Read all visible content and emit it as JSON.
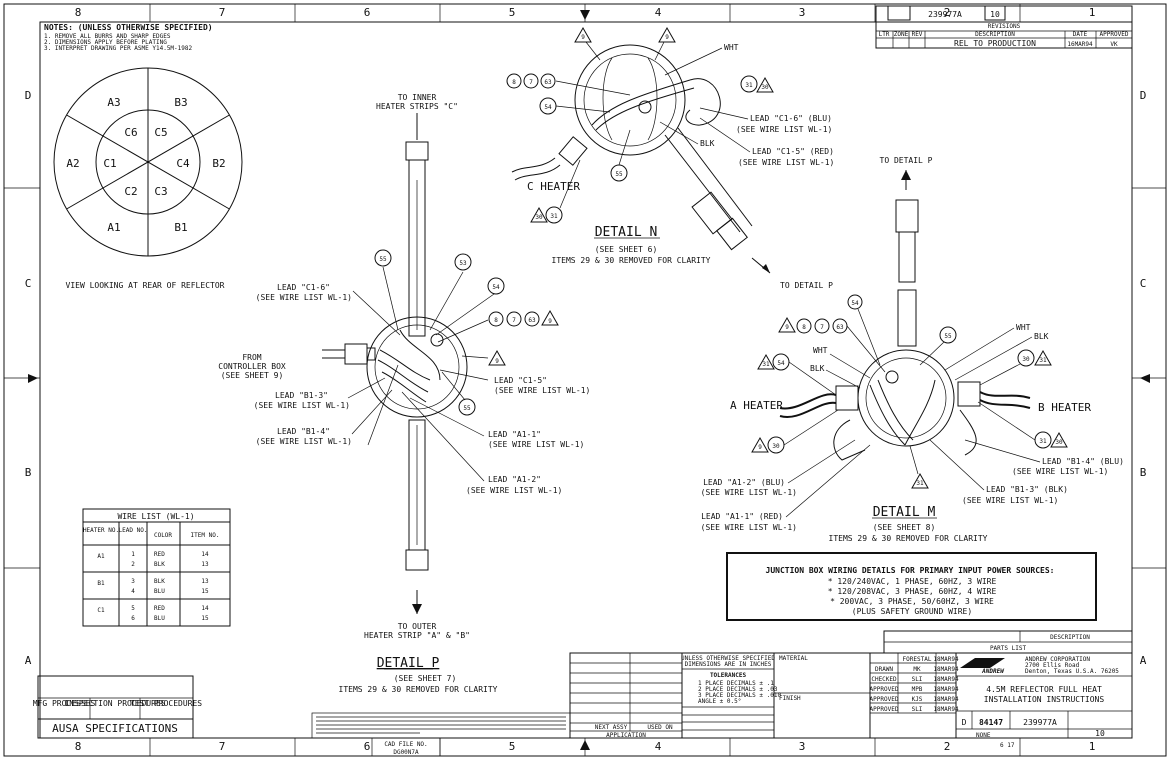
{
  "border": {
    "cols_top": [
      "8",
      "7",
      "6",
      "5",
      "4",
      "3",
      "2",
      "1"
    ],
    "cols_bottom": [
      "8",
      "7",
      "6",
      "5",
      "4",
      "3",
      "2",
      "1"
    ],
    "rows_left": [
      "D",
      "C",
      "B",
      "A"
    ],
    "rows_right": [
      "D",
      "C",
      "B",
      "A"
    ]
  },
  "notes": {
    "heading": "NOTES: (UNLESS OTHERWISE SPECIFIED)",
    "lines": [
      "1. REMOVE ALL BURRS AND SHARP EDGES",
      "2. DIMENSIONS APPLY BEFORE PLATING",
      "3. INTERPRET DRAWING PER ASME Y14.5M-1982"
    ]
  },
  "reflector_view": {
    "caption": "VIEW LOOKING AT REAR OF REFLECTOR",
    "outer": [
      "A3",
      "B3",
      "B2",
      "B1",
      "A1",
      "A2"
    ],
    "inner": [
      "C6",
      "C5",
      "C4",
      "C3",
      "C2",
      "C1"
    ]
  },
  "detail_p": {
    "title": "DETAIL P",
    "sub1": "(SEE SHEET 7)",
    "sub2": "ITEMS 29 & 30 REMOVED FOR CLARITY",
    "top_label": [
      "TO INNER",
      "HEATER STRIPS \"C\""
    ],
    "bottom_label": [
      "TO OUTER",
      "HEATER STRIP \"A\" & \"B\""
    ],
    "from_box": [
      "FROM",
      "CONTROLLER BOX",
      "(SEE SHEET 9)"
    ],
    "leads_left": [
      [
        "LEAD \"C1-6\"",
        "(SEE WIRE LIST WL-1)"
      ],
      [
        "LEAD \"B1-3\"",
        "(SEE WIRE LIST WL-1)"
      ],
      [
        "LEAD \"B1-4\"",
        "(SEE WIRE LIST WL-1)"
      ]
    ],
    "leads_right": [
      [
        "LEAD \"C1-5\"",
        "(SEE WIRE LIST WL-1)"
      ],
      [
        "LEAD \"A1-1\"",
        "(SEE WIRE LIST WL-1)"
      ],
      [
        "LEAD \"A1-2\"",
        "(SEE WIRE LIST WL-1)"
      ]
    ],
    "bubbles": [
      "55",
      "53",
      "54",
      "8",
      "7",
      "63",
      "9",
      "55",
      "9"
    ]
  },
  "detail_n": {
    "title": "DETAIL N",
    "sub1": "(SEE SHEET 6)",
    "sub2": "ITEMS 29 & 30 REMOVED FOR CLARITY",
    "heater": "C  HEATER",
    "wht": "WHT",
    "blk": "BLK",
    "leads": [
      [
        "LEAD \"C1-6\" (BLU)",
        "(SEE WIRE LIST WL-1)"
      ],
      [
        "LEAD \"C1-5\" (RED)",
        "(SEE WIRE LIST WL-1)"
      ]
    ],
    "to_detail_p": "TO DETAIL P",
    "bubbles": [
      "8",
      "7",
      "63",
      "54",
      "31",
      "30",
      "55",
      "31",
      "30",
      "9",
      "9"
    ]
  },
  "detail_m": {
    "title": "DETAIL M",
    "sub1": "(SEE SHEET 8)",
    "sub2": "ITEMS 29 & 30 REMOVED FOR CLARITY",
    "heater_a": "A  HEATER",
    "heater_b": "B  HEATER",
    "to_detail_p": "TO DETAIL P",
    "wht": "WHT",
    "blk": "BLK",
    "leads_left": [
      [
        "LEAD \"A1-2\" (BLU)",
        "(SEE WIRE LIST WL-1)"
      ],
      [
        "LEAD \"A1-1\" (RED)",
        "(SEE WIRE LIST WL-1)"
      ]
    ],
    "leads_right": [
      [
        "LEAD \"B1-4\" (BLU)",
        "(SEE WIRE LIST WL-1)"
      ],
      [
        "LEAD \"B1-3\" (BLK)",
        "(SEE WIRE LIST WL-1)"
      ]
    ],
    "bubbles": [
      "54",
      "9",
      "8",
      "7",
      "63",
      "55",
      "54",
      "31",
      "30",
      "31",
      "30",
      "9",
      "31",
      "30"
    ]
  },
  "wire_list": {
    "title": "WIRE LIST (WL-1)",
    "headers": [
      "HEATER NO.",
      "LEAD NO.",
      "COLOR",
      "ITEM NO."
    ],
    "rows": [
      {
        "heater": "A1",
        "leads": [
          "1",
          "2"
        ],
        "colors": [
          "RED",
          "BLK"
        ],
        "items": [
          "14",
          "13"
        ]
      },
      {
        "heater": "B1",
        "leads": [
          "3",
          "4"
        ],
        "colors": [
          "BLK",
          "BLU"
        ],
        "items": [
          "13",
          "15"
        ]
      },
      {
        "heater": "C1",
        "leads": [
          "5",
          "6"
        ],
        "colors": [
          "RED",
          "BLU"
        ],
        "items": [
          "14",
          "15"
        ]
      }
    ]
  },
  "junction_box": {
    "title": "JUNCTION BOX WIRING DETAILS FOR PRIMARY INPUT POWER SOURCES:",
    "lines": [
      "* 120/240VAC, 1 PHASE, 60HZ, 3 WIRE",
      "* 120/208VAC, 3 PHASE, 60HZ, 4 WIRE",
      "* 200VAC, 3 PHASE, 50/60HZ, 3 WIRE",
      "(PLUS SAFETY GROUND WIRE)"
    ]
  },
  "revisions": {
    "doc_no": "239977A",
    "sheet": "10",
    "heading": "REVISIONS",
    "cols": [
      "LTR",
      "ZONE",
      "REV",
      "DESCRIPTION",
      "DATE",
      "APPROVED"
    ],
    "row": {
      "desc": "REL TO PRODUCTION",
      "date": "16MAR94",
      "approved": "VK"
    }
  },
  "title_block": {
    "company": "ANDREW",
    "company_small": [
      "ANDREW CORPORATION",
      "2700 Ellis Road",
      "Denton, Texas U.S.A. 76205"
    ],
    "title": [
      "4.5M REFLECTOR FULL HEAT",
      "INSTALLATION INSTRUCTIONS"
    ],
    "size": "D",
    "code": "84147",
    "dwg": "239977A",
    "rev": "10",
    "scale": "NONE",
    "sheet_of": "6  17",
    "parts_list": "PARTS LIST",
    "desc_col": "DESCRIPTION",
    "signoffs": [
      {
        "role": "DRAWN",
        "name": "MK",
        "date": "18MAR94"
      },
      {
        "role": "CHECKED",
        "name": "SLI",
        "date": "18MAR94"
      },
      {
        "role": "APPROVED",
        "name": "MPB",
        "date": "18MAR94"
      },
      {
        "role": "APPROVED",
        "name": "KJS",
        "date": "18MAR94"
      },
      {
        "role": "APPROVED",
        "name": "SLI",
        "date": "18MAR94"
      }
    ],
    "signoff_top": {
      "name": "FORESTAL",
      "date": "18MAR94"
    },
    "tolerances": "TOLERANCES",
    "tol_lines": [
      "1 PLACE DECIMALS ± .1",
      "2 PLACE DECIMALS ± .03",
      "3 PLACE DECIMALS ± .010",
      "ANGLE ± 0.5°"
    ],
    "unless": "UNLESS OTHERWISE SPECIFIED",
    "dims": "DIMENSIONS ARE IN INCHES",
    "material": "MATERIAL",
    "finish": "FINISH",
    "next_assy": "NEXT ASSY",
    "used_on": "USED ON",
    "application": "APPLICATION",
    "cad_file_label": "CAD FILE NO.",
    "cad_file": "DG00N7A"
  },
  "spec_block": {
    "cols": [
      "MFG PROCESSES",
      "INSPECTION PROCEDURES",
      "TEST PROCEDURES"
    ],
    "title": "AUSA SPECIFICATIONS"
  }
}
